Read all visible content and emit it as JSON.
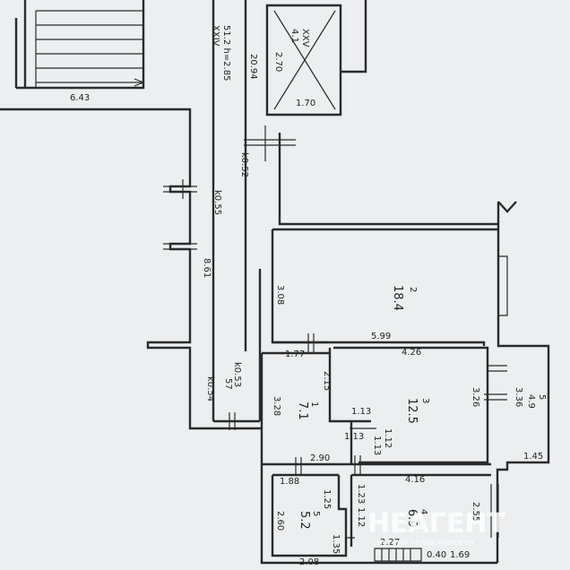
{
  "stair": {
    "code": "XXIV",
    "area_height": "51.2 h=2.85",
    "length": "6.43"
  },
  "elevator": {
    "code": "XXV",
    "area": "4.1",
    "depth": "2.70",
    "height_mark": "20.94",
    "width": "1.70"
  },
  "corridor": {
    "segment_a": "k0.52",
    "segment_b": "k0.55",
    "length": "8.61",
    "segment_c": "k0.53",
    "segment_d": "k0.54",
    "mark_57": "57"
  },
  "rooms": [
    {
      "number": "2",
      "area": "18.4",
      "dims": [
        "3.08",
        "5.99"
      ]
    },
    {
      "number": "3",
      "area": "12.5",
      "dims": [
        "4.26",
        "3.26"
      ]
    },
    {
      "number": "1",
      "area": "7.1",
      "dims": [
        "1.77",
        "2.15",
        "3.28",
        "1.13",
        "1.13",
        "2.90",
        "1.12",
        "1.13"
      ]
    },
    {
      "number": "5",
      "area": "4.9",
      "dims": [
        "3.36",
        "1.45"
      ]
    },
    {
      "number": "4",
      "area": "6.9",
      "dims": [
        "4.16",
        "2.55",
        "1.23",
        "1.12",
        "2.27",
        "0.40",
        "1.69"
      ]
    },
    {
      "number": "5",
      "area": "5.2",
      "dims": [
        "1.88",
        "1.25",
        "2.60",
        "1.35",
        "2.08"
      ]
    }
  ],
  "watermark": {
    "brand": "НЕАГЕНТ",
    "tagline": "система недвижимости"
  }
}
